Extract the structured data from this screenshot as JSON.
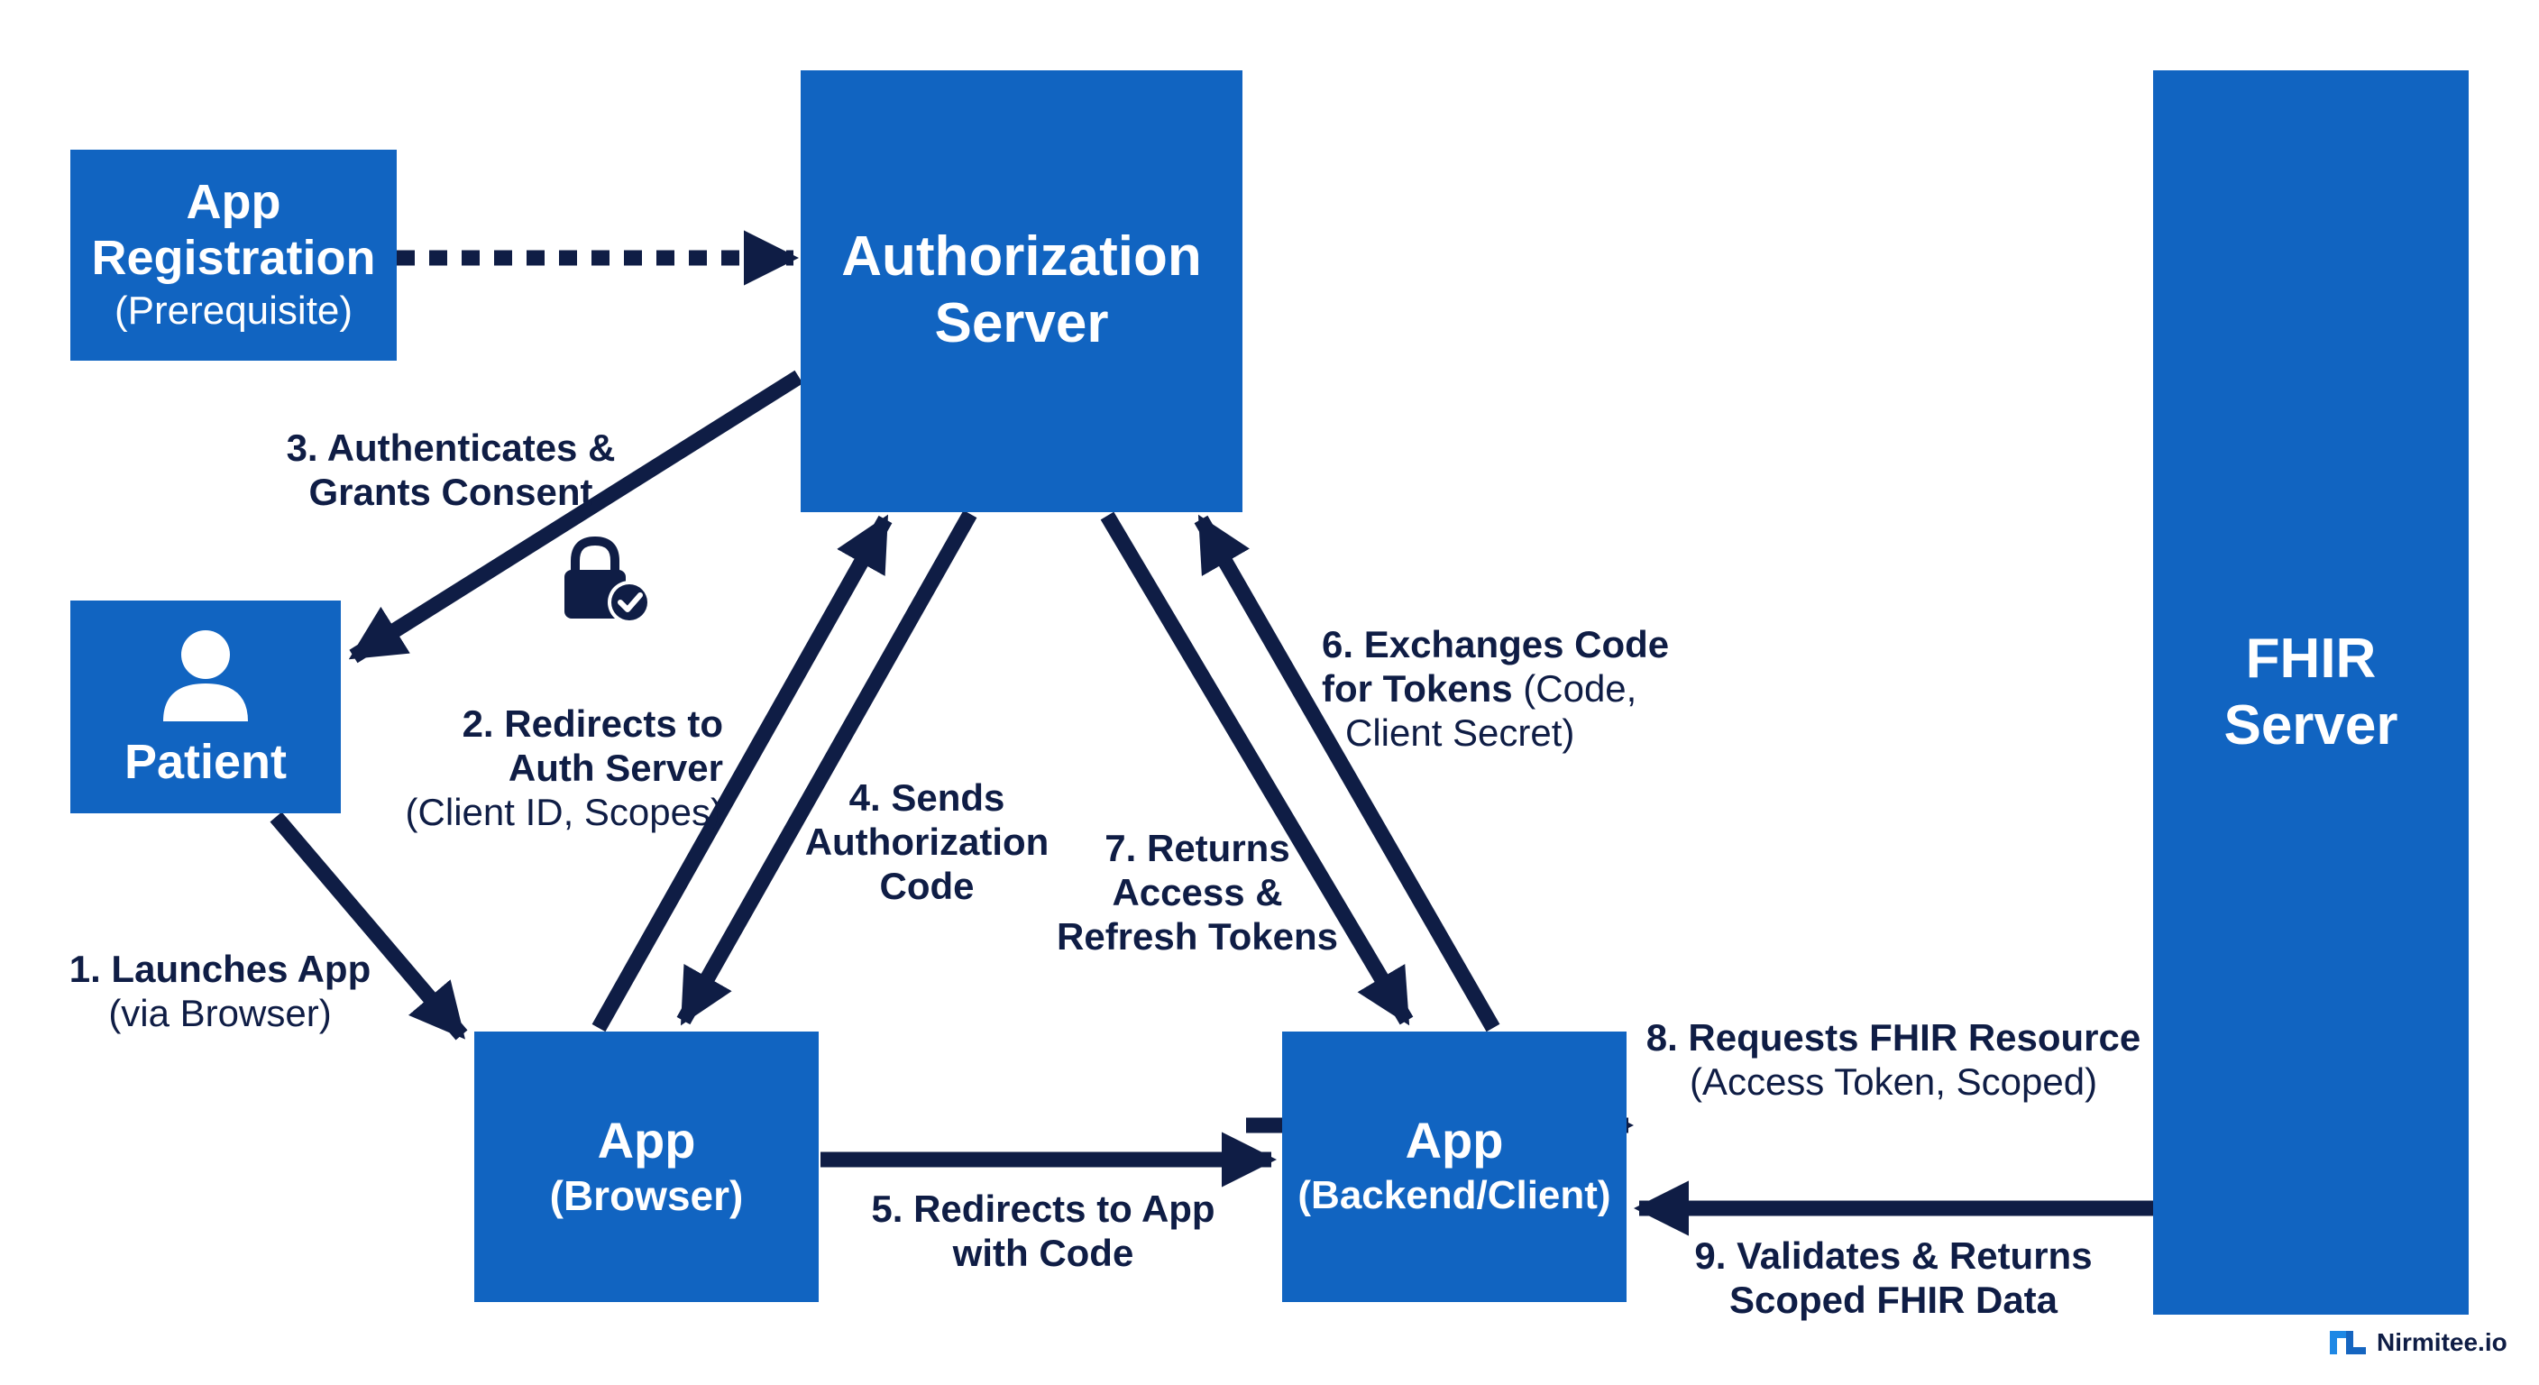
{
  "colors": {
    "node_fill": "#1164c1",
    "node_text": "#ffffff",
    "arrow": "#0f1d45",
    "label": "#0f1d45",
    "lock_badge": "#ffffff"
  },
  "nodes": {
    "app_registration": {
      "line1": "App",
      "line2": "Registration",
      "line3": "(Prerequisite)"
    },
    "authorization_server": {
      "line1": "Authorization",
      "line2": "Server"
    },
    "patient": {
      "label": "Patient",
      "icon": "user-icon"
    },
    "app_browser": {
      "line1": "App",
      "line2": "(Browser)"
    },
    "app_backend": {
      "line1": "App",
      "line2": "(Backend/Client)"
    },
    "fhir_server": {
      "line1": "FHIR",
      "line2": "Server"
    }
  },
  "steps": {
    "s1": {
      "bold": "1. Launches App",
      "normal": "(via Browser)"
    },
    "s2": {
      "bold1": "2. Redirects to",
      "bold2": "Auth Server",
      "normal": "(Client ID, Scopes)"
    },
    "s3": {
      "bold1": "3. Authenticates &",
      "bold2": "Grants Consent",
      "icon": "lock-check-icon"
    },
    "s4": {
      "bold1": "4. Sends",
      "bold2": "Authorization",
      "bold3": "Code"
    },
    "s5": {
      "bold1": "5. Redirects to App",
      "bold2": "with Code"
    },
    "s6": {
      "bold1": "6. Exchanges Code",
      "bold2": "for Tokens",
      "normal2": "(Code,",
      "normal3": "Client Secret)"
    },
    "s7": {
      "bold1": "7. Returns",
      "bold2": "Access &",
      "bold3": "Refresh Tokens"
    },
    "s8": {
      "bold": "8. Requests FHIR Resource",
      "normal": "(Access Token, Scoped)"
    },
    "s9": {
      "bold1": "9. Validates & Returns",
      "bold2": "Scoped FHIR Data"
    }
  },
  "brand": {
    "name": "Nirmitee.io",
    "icon": "nirmitee-logo-icon"
  }
}
